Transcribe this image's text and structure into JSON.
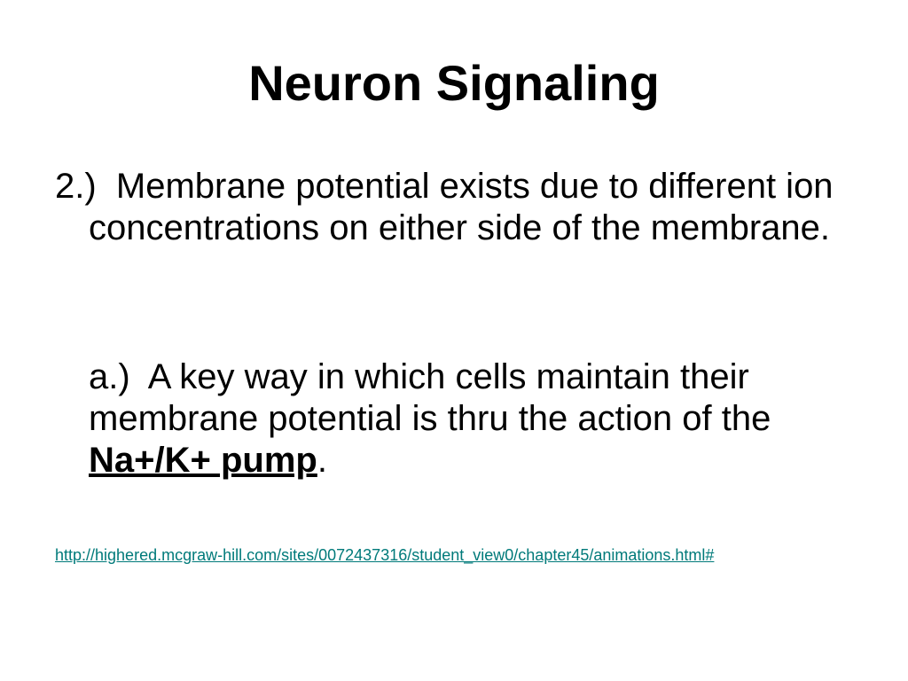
{
  "slide": {
    "title": "Neuron Signaling",
    "point_2": {
      "number": "2.)",
      "text": "Membrane potential exists due to different ion concentrations on either side of the membrane."
    },
    "point_2a": {
      "number": "a.)",
      "text_before": "A key way in which cells maintain their membrane potential is thru the action of the ",
      "keyterm": "Na+/K+ pump",
      "text_after": "."
    },
    "link": "http://highered.mcgraw-hill.com/sites/0072437316/student_view0/chapter45/animations.html#",
    "colors": {
      "link": "#007a7a",
      "text": "#000000",
      "background": "#ffffff"
    }
  }
}
